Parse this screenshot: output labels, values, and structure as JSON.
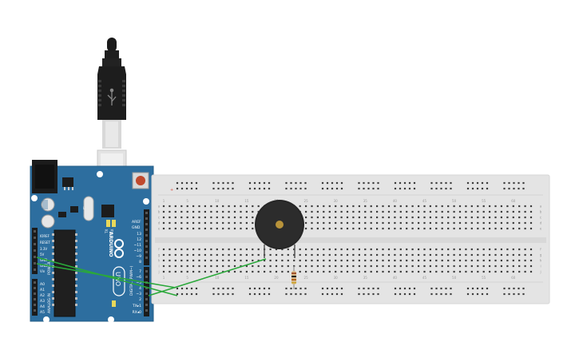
{
  "board": {
    "name": "ARDUINO",
    "model": "UNO",
    "aref_label": "AREF",
    "gnd_label": "GND",
    "digital_label": "DIGITAL (PWM~)",
    "power_label": "POWER",
    "analog_label": "ANALOG IN",
    "tx_label": "TX",
    "rx_label": "RX",
    "l_label": "L",
    "power_pins": [
      "IOREF",
      "RESET",
      "3.3V",
      "5V",
      "GND",
      "GND",
      "Vin"
    ],
    "analog_pins": [
      "A0",
      "A1",
      "A2",
      "A3",
      "A4",
      "A5"
    ],
    "digital_pins": [
      "13",
      "12",
      "~11",
      "~10",
      "~9",
      "8",
      "7",
      "~6",
      "~5",
      "4",
      "~3",
      "2",
      "TX▸1",
      "RX◂0"
    ]
  },
  "breadboard": {
    "column_numbers": [
      "1",
      "5",
      "10",
      "15",
      "20",
      "25",
      "30",
      "35",
      "40",
      "45",
      "50",
      "55",
      "60"
    ],
    "rows_top": [
      "a",
      "b",
      "c",
      "d",
      "e"
    ],
    "rows_bottom": [
      "f",
      "g",
      "h",
      "i",
      "j"
    ]
  },
  "colors": {
    "board": "#2d6e9f",
    "breadboard": "#e4e4e4",
    "wire": "#2aa83a",
    "buzzer": "#262626",
    "rail_red": "#d94a3a",
    "rail_blue": "#3a6fd9"
  },
  "icons": [
    "usb-cable-icon",
    "usb-trident-icon",
    "arduino-logo-icon",
    "reset-button-icon",
    "piezo-buzzer-icon",
    "resistor-icon"
  ]
}
